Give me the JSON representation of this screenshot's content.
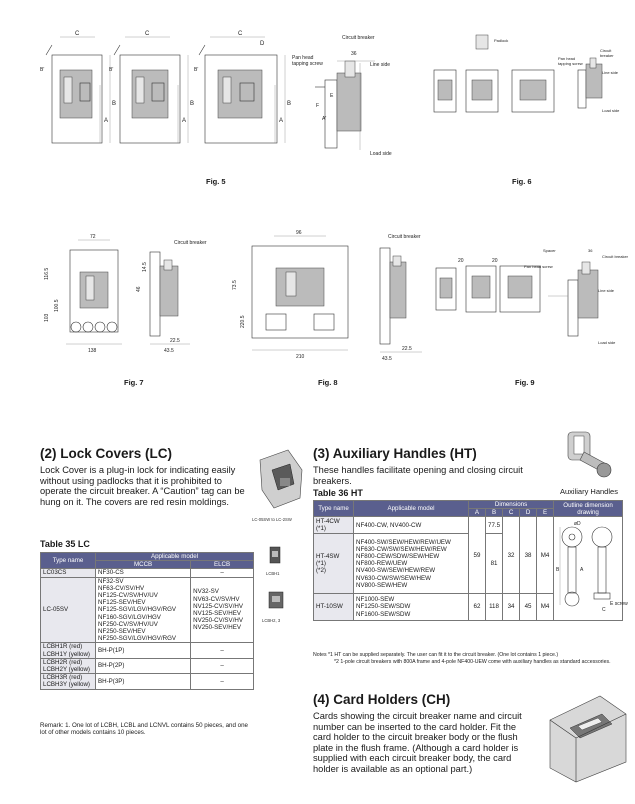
{
  "figures": {
    "fig5": {
      "caption": "Fig. 5",
      "labels": {
        "circuit_breaker": "Circuit breaker",
        "pan_head": "Pan head",
        "tapping_screw": "tapping screw",
        "line_side": "Line side",
        "load_side": "Load side",
        "dim_36": "36",
        "c": "C",
        "d": "D",
        "b": "B",
        "a": "A",
        "e": "E",
        "f": "F",
        "bp": "B'",
        "al": "A'"
      }
    },
    "fig6": {
      "caption": "Fig. 6",
      "labels": {
        "padlock": "Padlock",
        "pan_head": "Pan head",
        "tapping_screw": "tapping screw",
        "circuit": "Circuit",
        "breaker": "breaker",
        "line_side": "Line side",
        "load_side": "Load side"
      }
    },
    "fig7": {
      "caption": "Fig. 7",
      "labels": {
        "circuit_breaker": "Circuit breaker",
        "d72": "72",
        "d1165": "116.5",
        "d103": "103",
        "d1005": "100.5",
        "d138": "138",
        "d46": "46",
        "d225": "22.5",
        "d435": "43.5",
        "d145": "14.5"
      }
    },
    "fig8": {
      "caption": "Fig. 8",
      "labels": {
        "circuit_breaker": "Circuit breaker",
        "d96": "96",
        "d735": "73.5",
        "d2205": "220.5",
        "d210": "210",
        "d225": "22.5",
        "d435": "43.5"
      }
    },
    "fig9": {
      "caption": "Fig. 9",
      "labels": {
        "spacer": "Spacer",
        "circuit_breaker": "Circuit breaker",
        "pan_head": "Pan head screw",
        "line_side": "Line side",
        "load_side": "Load side",
        "d36": "36",
        "d20a": "20",
        "d20b": "20"
      }
    }
  },
  "lock_covers": {
    "heading": "(2) Lock Covers (LC)",
    "paragraph": "Lock Cover is a plug-in lock for indicating easily without using padlocks that it is prohibited to operate the circuit breaker. A “Caution” tag can be hung on it. The covers are red resin moldings.",
    "image_caption": "LC-05SW to LC-2SW",
    "icon_caption_1": "LCBH1",
    "icon_caption_2": "LCBH2, 3",
    "table_title": "Table 35 LC",
    "table": {
      "col_type": "Type name",
      "col_applicable": "Applicable model",
      "col_mccb": "MCCB",
      "col_elcb": "ELCB",
      "rows": [
        {
          "type": "LC03CS",
          "mccb": "NF30-CS",
          "elcb": "–"
        },
        {
          "type": "LC-05SV",
          "mccb": "NF32-SV\nNF63-CV/SV/HV\nNF125-CV/SV/HV/UV\nNF125-SEV/HEV\nNF125-SGV/LGV/HGV/RGV\nNF160-SGV/LGV/HGV\nNF250-CV/SV/HV/UV\nNF250-SEV/HEV\nNF250-SGV/LGV/HGV/RGV",
          "elcb": "NV32-SV\nNV63-CV/SV/HV\nNV125-CV/SV/HV\nNV125-SEV/HEV\nNV250-CV/SV/HV\nNV250-SEV/HEV"
        },
        {
          "type": "LCBH1R (red)\nLCBH1Y (yellow)",
          "mccb": "BH-P(1P)",
          "elcb": "–"
        },
        {
          "type": "LCBH2R (red)\nLCBH2Y (yellow)",
          "mccb": "BH-P(2P)",
          "elcb": "–"
        },
        {
          "type": "LCBH3R (red)\nLCBH3Y (yellow)",
          "mccb": "BH-P(3P)",
          "elcb": "–"
        }
      ]
    },
    "remark": "Remark: 1.  One lot of LCBH, LCBL and LCNVL contains 50 pieces, and one lot of other models contains 10 pieces."
  },
  "aux_handles": {
    "heading": "(3) Auxiliary Handles (HT)",
    "paragraph": "These handles facilitate opening and closing circuit breakers.",
    "image_caption": "Auxiliary Handles",
    "table_title": "Table 36 HT",
    "table": {
      "col_type": "Type name",
      "col_model": "Applicable model",
      "col_dimensions": "Dimensions",
      "dim_cols": [
        "A",
        "B",
        "C",
        "D",
        "E"
      ],
      "col_outline": "Outline dimension drawing",
      "rows": [
        {
          "type": "HT-4CW\n(*1)",
          "model": "NF400-CW, NV400-CW",
          "a": "",
          "b": "77.5",
          "c": "",
          "d": "",
          "e": ""
        },
        {
          "type": "HT-4SW\n(*1)\n(*2)",
          "model": "NF400-SW/SEW/HEW/REW/UEW\nNF630-CW/SW/SEW/HEW/REW\nNF800-CEW/SDW/SEW/HEW\nNF800-REW/UEW\nNV400-SW/SEW/HEW/REW\nNV630-CW/SW/SEW/HEW\nNV800-SEW/HEW",
          "a": "59",
          "b": "81",
          "c": "32",
          "d": "38",
          "e": "M4"
        },
        {
          "type": "HT-10SW",
          "model": "NF1000-SEW\nNF1250-SEW/SDW\nNF1600-SEW/SDW",
          "a": "62",
          "b": "118",
          "c": "34",
          "d": "45",
          "e": "M4"
        }
      ]
    },
    "note_1": "Notes  *1  HT can be supplied separately. The user can fit it to the circuit breaker. (One lot contains 1 piece.)",
    "note_2": "*2  1-pole circuit breakers with 800A frame and 4-pole NF400-UEW come with auxiliary handles as standard accessories.",
    "drawing_labels": {
      "d_phi": "øD",
      "a": "A",
      "b": "B",
      "c": "C",
      "e_screw": "E\nscrew"
    }
  },
  "card_holders": {
    "heading": "(4) Card Holders (CH)",
    "paragraph": "Cards showing the circuit breaker name and circuit number can be inserted to the card holder. Fit the card holder to the circuit breaker body or the flush plate in the flush frame. (Although a card holder is supplied with each circuit breaker body, the card holder is available as an optional part.)"
  }
}
